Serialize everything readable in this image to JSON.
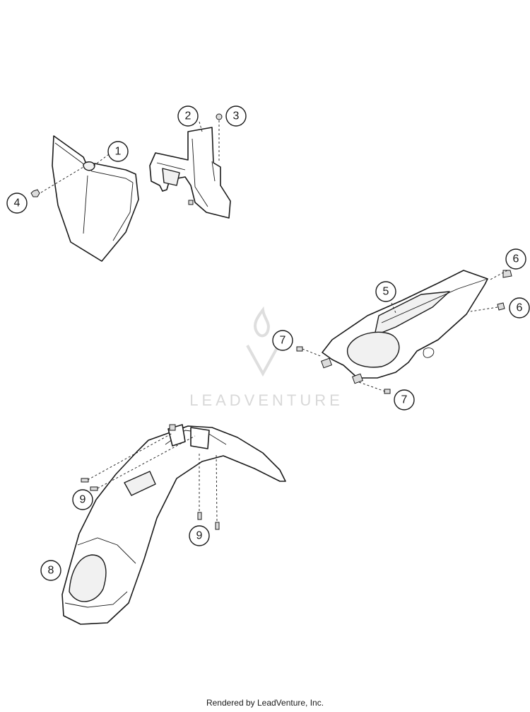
{
  "watermark": {
    "text": "LEADVENTURE"
  },
  "footer": {
    "text": "Rendered by LeadVenture, Inc."
  },
  "callouts": [
    {
      "id": "callout-1",
      "label": "1"
    },
    {
      "id": "callout-2",
      "label": "2"
    },
    {
      "id": "callout-3",
      "label": "3"
    },
    {
      "id": "callout-4",
      "label": "4"
    },
    {
      "id": "callout-5",
      "label": "5"
    },
    {
      "id": "callout-6a",
      "label": "6"
    },
    {
      "id": "callout-6b",
      "label": "6"
    },
    {
      "id": "callout-7a",
      "label": "7"
    },
    {
      "id": "callout-7b",
      "label": "7"
    },
    {
      "id": "callout-8",
      "label": "8"
    },
    {
      "id": "callout-9a",
      "label": "9"
    },
    {
      "id": "callout-9b",
      "label": "9"
    }
  ]
}
